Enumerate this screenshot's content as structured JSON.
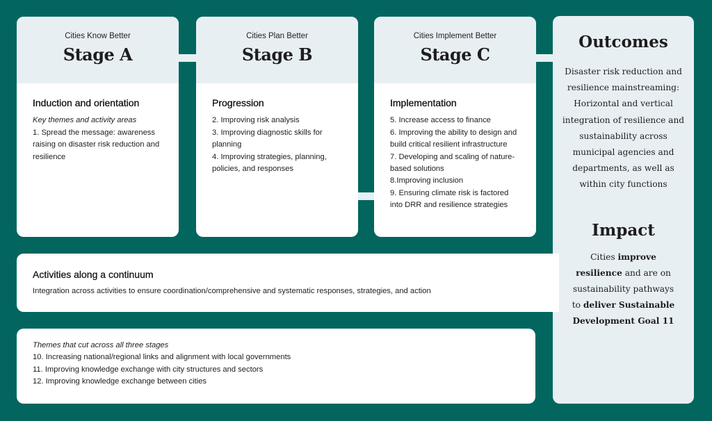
{
  "stages": [
    {
      "subtitle": "Cities Know Better",
      "title": "Stage A",
      "heading": "Induction and orientation",
      "intro": "Key themes and activity areas",
      "items": [
        "1. Spread the message: awareness raising on disaster risk reduction and resilience"
      ]
    },
    {
      "subtitle": "Cities Plan Better",
      "title": "Stage B",
      "heading": "Progression",
      "items": [
        "2. Improving risk analysis",
        "3. Improving diagnostic skills for planning",
        "4. Improving strategies, planning, policies, and responses"
      ]
    },
    {
      "subtitle": "Cities Implement Better",
      "title": "Stage C",
      "heading": "Implementation",
      "items": [
        "5. Increase access to finance",
        "6. Improving the ability to design and build critical resilient infrastructure",
        "7. Developing and scaling of nature-based solutions",
        "8.Improving inclusion",
        "9. Ensuring climate risk is factored into DRR and resilience strategies"
      ]
    }
  ],
  "outcomes": {
    "title": "Outcomes",
    "text": "Disaster risk reduction and resilience mainstreaming: Horizontal and vertical integration of resilience and sustainability across municipal agencies and departments, as well as within city functions"
  },
  "impact": {
    "title": "Impact",
    "t1": "Cities ",
    "b1": "improve resilience",
    "t2": " and are on sustainability pathways to ",
    "b2": "deliver Sustainable Development Goal 11"
  },
  "continuum": {
    "title": "Activities along a continuum",
    "text": "Integration across activities to ensure coordination/comprehensive and systematic responses, strategies, and action"
  },
  "themes": {
    "intro": "Themes that cut across all three stages",
    "items": [
      "10. Increasing national/regional links and alignment with local governments",
      "11. Improving knowledge exchange with city structures and sectors",
      "12. Improving knowledge exchange between cities"
    ]
  },
  "colors": {
    "background": "#02665f",
    "panel": "#e8eff3"
  }
}
